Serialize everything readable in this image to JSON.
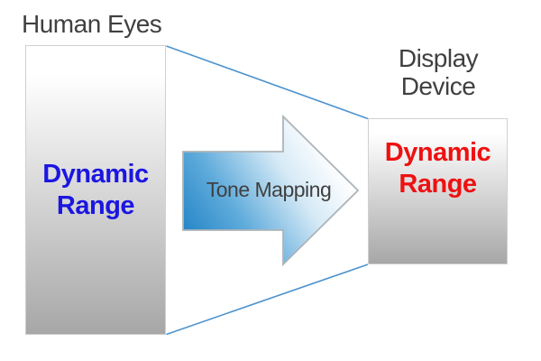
{
  "left": {
    "heading": "Human Eyes",
    "label": [
      "Dynamic",
      "Range"
    ]
  },
  "arrow": {
    "label": "Tone Mapping"
  },
  "right": {
    "heading": [
      "Display",
      "Device"
    ],
    "label": [
      "Dynamic",
      "Range"
    ]
  },
  "colors": {
    "background": "#ffffff",
    "heading_text": "#404040",
    "left_range_text": "#1b16e0",
    "right_range_text": "#ee1111",
    "connector_line": "#4e94cf",
    "box_border": "#d0d0d0",
    "box_top": "#ffffff",
    "box_bottom": "#a7a7a7",
    "arrow_border": "#aeb4b8",
    "arrow_text": "#404040",
    "arrow_stop1": "#1f81c4",
    "arrow_stop2": "#5fabdb",
    "arrow_stop3": "#d6eaf6",
    "arrow_stop4": "#ffffff"
  }
}
